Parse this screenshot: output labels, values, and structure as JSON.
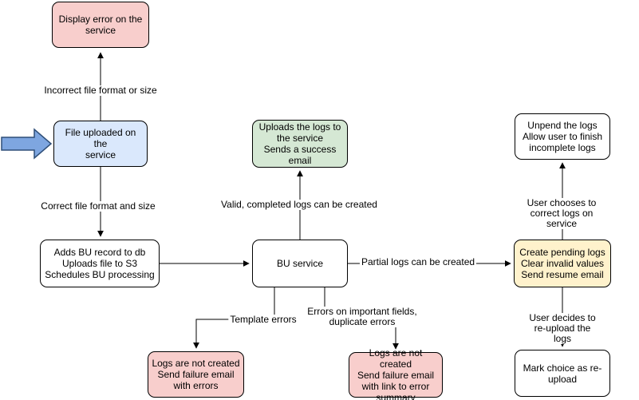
{
  "diagram": {
    "nodes": {
      "display_error": {
        "label": "Display error on the\nservice",
        "fill": "#F8CECC"
      },
      "file_uploaded": {
        "label": "File uploaded on the\nservice",
        "fill": "#DAE8FC"
      },
      "adds_bu": {
        "label": "Adds BU record to db\nUploads file to S3\nSchedules BU processing",
        "fill": "#FFFFFF"
      },
      "upload_success": {
        "label": "Uploads the logs to\nthe service\nSends a success\nemail",
        "fill": "#D5E8D4"
      },
      "bu_service": {
        "label": "BU service",
        "fill": "#FFFFFF"
      },
      "create_pending": {
        "label": "Create pending logs\nClear invalid values\nSend resume email",
        "fill": "#FFF2CC"
      },
      "unpend": {
        "label": "Unpend the logs\nAllow user to finish\nincomplete logs",
        "fill": "#FFFFFF"
      },
      "mark_reupload": {
        "label": "Mark choice as re-\nupload",
        "fill": "#FFFFFF"
      },
      "fail_template": {
        "label": "Logs are not created\nSend failure email\nwith errors",
        "fill": "#F8CECC"
      },
      "fail_fields": {
        "label": "Logs are not created\nSend failure email\nwith link to error\nsummary",
        "fill": "#F8CECC"
      }
    },
    "edge_labels": {
      "incorrect_format": "Incorrect file format or size",
      "correct_format": "Correct file format and size",
      "valid_logs": "Valid, completed logs can be created",
      "partial_logs": "Partial logs can be created",
      "template_errors": "Template errors",
      "field_errors": "Errors on important fields,\nduplicate errors",
      "user_correct": "User chooses to correct logs on service",
      "user_reupload": "User decides to re-upload the logs"
    },
    "colors": {
      "node_border": "#000000",
      "edge_stroke": "#000000",
      "entry_arrow_fill": "#7EA6E0",
      "entry_arrow_stroke": "#2F4F78",
      "red_fill": "#F8CECC",
      "blue_fill": "#DAE8FC",
      "green_fill": "#D5E8D4",
      "yellow_fill": "#FFF2CC"
    }
  }
}
